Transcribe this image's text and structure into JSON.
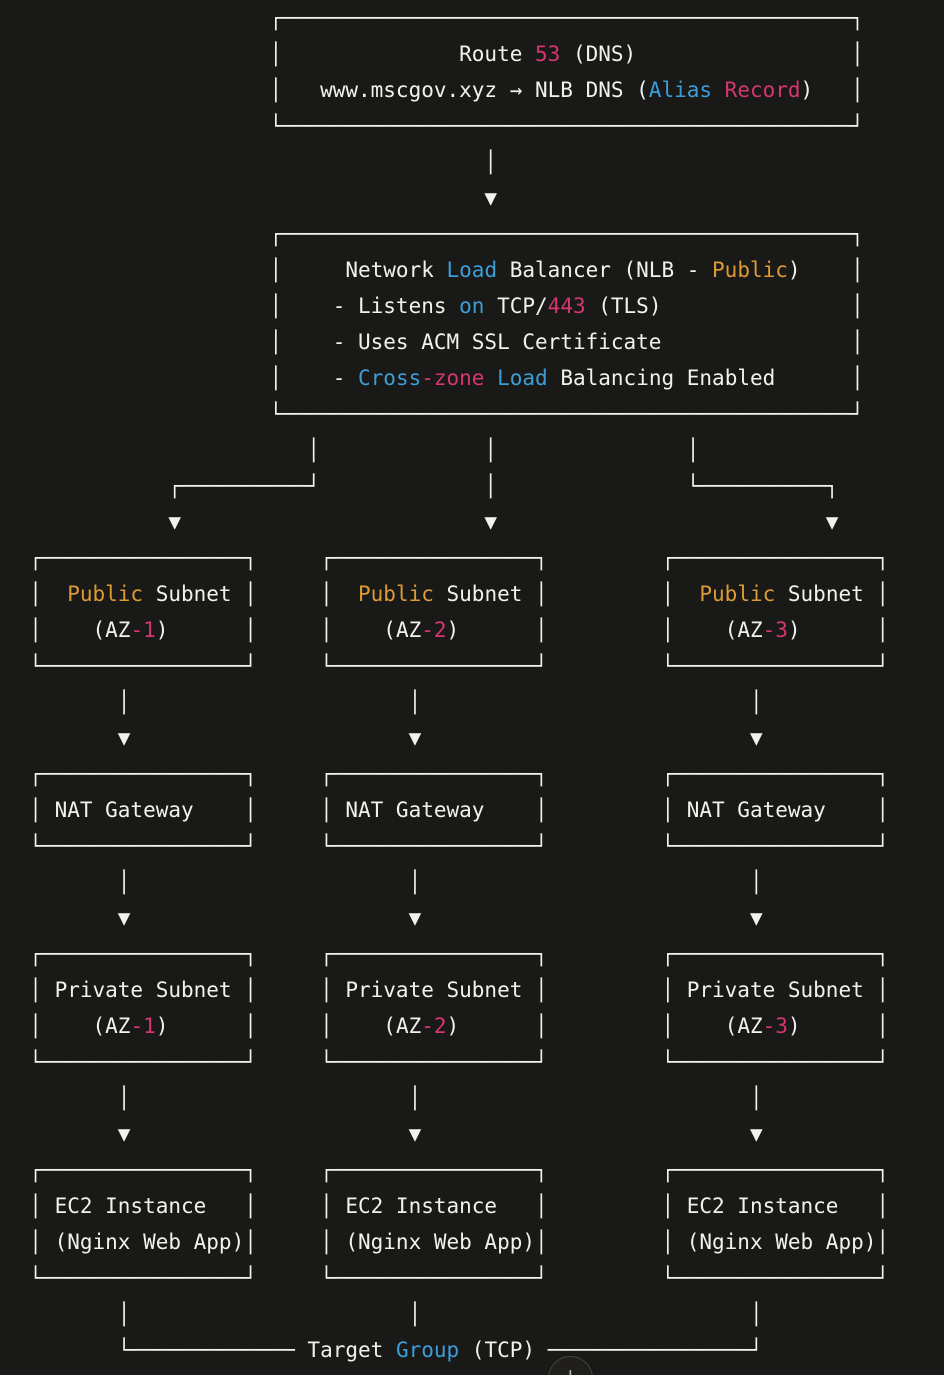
{
  "palette": {
    "background": "#191917",
    "foreground": "#f2f1ee",
    "blue": "#3c9dd8",
    "pink": "#d6366f",
    "orange": "#dd9a35"
  },
  "scroll_button": {
    "icon": "↓"
  },
  "diagram": {
    "lines": [
      [
        [
          "                     ┌─────────────────────────────────────────────┐",
          "fg"
        ]
      ],
      [
        [
          "                     │              Route ",
          "fg"
        ],
        [
          "53",
          "p"
        ],
        [
          " (DNS)                 │",
          "fg"
        ]
      ],
      [
        [
          "                     │   www.mscgov.xyz → NLB DNS (",
          "fg"
        ],
        [
          "Alias",
          "b"
        ],
        [
          " ",
          "fg"
        ],
        [
          "Record",
          "p"
        ],
        [
          ")   │",
          "fg"
        ]
      ],
      [
        [
          "                     └─────────────────────────────────────────────┘",
          "fg"
        ]
      ],
      [
        [
          "                                      │",
          "fg"
        ]
      ],
      [
        [
          "                                      ▼",
          "fg"
        ]
      ],
      [
        [
          "                     ┌─────────────────────────────────────────────┐",
          "fg"
        ]
      ],
      [
        [
          "                     │     Network ",
          "fg"
        ],
        [
          "Load",
          "b"
        ],
        [
          " Balancer (NLB - ",
          "fg"
        ],
        [
          "Public",
          "o"
        ],
        [
          ")    │",
          "fg"
        ]
      ],
      [
        [
          "                     │    - Listens ",
          "fg"
        ],
        [
          "on",
          "b"
        ],
        [
          " TCP/",
          "fg"
        ],
        [
          "443",
          "p"
        ],
        [
          " (TLS)               │",
          "fg"
        ]
      ],
      [
        [
          "                     │    - Uses ACM SSL Certificate               │",
          "fg"
        ]
      ],
      [
        [
          "                     │    - ",
          "fg"
        ],
        [
          "Cross",
          "b"
        ],
        [
          "-zone",
          "p"
        ],
        [
          " ",
          "fg"
        ],
        [
          "Load",
          "b"
        ],
        [
          " Balancing Enabled      │",
          "fg"
        ]
      ],
      [
        [
          "                     └─────────────────────────────────────────────┘",
          "fg"
        ]
      ],
      [
        [
          "                        │             │               │",
          "fg"
        ]
      ],
      [
        [
          "             ┌──────────┘             │               └──────────┐",
          "fg"
        ]
      ],
      [
        [
          "             ▼                        ▼                          ▼",
          "fg"
        ]
      ],
      [
        [
          "  ┌────────────────┐     ┌────────────────┐         ┌────────────────┐",
          "fg"
        ]
      ],
      [
        [
          "  │  ",
          "fg"
        ],
        [
          "Public",
          "o"
        ],
        [
          " Subnet │     │  ",
          "fg"
        ],
        [
          "Public",
          "o"
        ],
        [
          " Subnet │         │  ",
          "fg"
        ],
        [
          "Public",
          "o"
        ],
        [
          " Subnet │",
          "fg"
        ]
      ],
      [
        [
          "  │    (AZ",
          "fg"
        ],
        [
          "-1",
          "p"
        ],
        [
          ")      │     │    (AZ",
          "fg"
        ],
        [
          "-2",
          "p"
        ],
        [
          ")      │         │    (AZ",
          "fg"
        ],
        [
          "-3",
          "p"
        ],
        [
          ")      │",
          "fg"
        ]
      ],
      [
        [
          "  └────────────────┘     └────────────────┘         └────────────────┘",
          "fg"
        ]
      ],
      [
        [
          "         │                      │                          │",
          "fg"
        ]
      ],
      [
        [
          "         ▼                      ▼                          ▼",
          "fg"
        ]
      ],
      [
        [
          "  ┌────────────────┐     ┌────────────────┐         ┌────────────────┐",
          "fg"
        ]
      ],
      [
        [
          "  │ NAT Gateway    │     │ NAT Gateway    │         │ NAT Gateway    │",
          "fg"
        ]
      ],
      [
        [
          "  └────────────────┘     └────────────────┘         └────────────────┘",
          "fg"
        ]
      ],
      [
        [
          "         │                      │                          │",
          "fg"
        ]
      ],
      [
        [
          "         ▼                      ▼                          ▼",
          "fg"
        ]
      ],
      [
        [
          "  ┌────────────────┐     ┌────────────────┐         ┌────────────────┐",
          "fg"
        ]
      ],
      [
        [
          "  │ Private Subnet │     │ Private Subnet │         │ Private Subnet │",
          "fg"
        ]
      ],
      [
        [
          "  │    (AZ",
          "fg"
        ],
        [
          "-1",
          "p"
        ],
        [
          ")      │     │    (AZ",
          "fg"
        ],
        [
          "-2",
          "p"
        ],
        [
          ")      │         │    (AZ",
          "fg"
        ],
        [
          "-3",
          "p"
        ],
        [
          ")      │",
          "fg"
        ]
      ],
      [
        [
          "  └────────────────┘     └────────────────┘         └────────────────┘",
          "fg"
        ]
      ],
      [
        [
          "         │                      │                          │",
          "fg"
        ]
      ],
      [
        [
          "         ▼                      ▼                          ▼",
          "fg"
        ]
      ],
      [
        [
          "  ┌────────────────┐     ┌────────────────┐         ┌────────────────┐",
          "fg"
        ]
      ],
      [
        [
          "  │ EC2 Instance   │     │ EC2 Instance   │         │ EC2 Instance   │",
          "fg"
        ]
      ],
      [
        [
          "  │ (Nginx Web App)│     │ (Nginx Web App)│         │ (Nginx Web App)│",
          "fg"
        ]
      ],
      [
        [
          "  └────────────────┘     └────────────────┘         └────────────────┘",
          "fg"
        ]
      ],
      [
        [
          "         │                      │                          │",
          "fg"
        ]
      ],
      [
        [
          "         └───────────── Target ",
          "fg"
        ],
        [
          "Group",
          "b"
        ],
        [
          " (TCP) ────────────────┘",
          "fg"
        ]
      ]
    ]
  }
}
